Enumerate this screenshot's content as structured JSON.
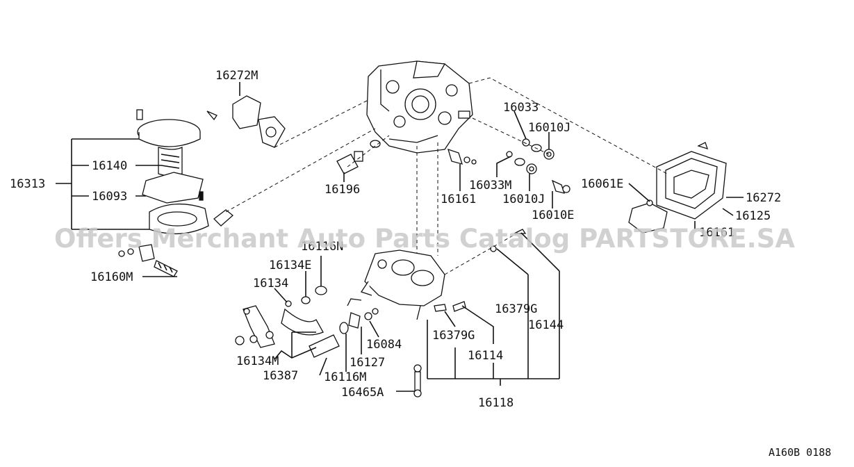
{
  "labels": {
    "p16272M": "16272M",
    "p16313": "16313",
    "p16140": "16140",
    "p16093": "16093",
    "p16160M": "16160M",
    "p16196": "16196",
    "p16161": "16161",
    "p16033": "16033",
    "p16010J_top": "16010J",
    "p16033M": "16033M",
    "p16010J_low": "16010J",
    "p16010E": "16010E",
    "p16061E": "16061E",
    "p16272": "16272",
    "p16125": "16125",
    "p16161_right": "16161",
    "p16116N": "16116N",
    "p16134E": "16134E",
    "p16134": "16134",
    "p16134M": "16134M",
    "p16387": "16387",
    "p16116M": "16116M",
    "p16127": "16127",
    "p16084": "16084",
    "p16379G_low": "16379G",
    "p16114": "16114",
    "p16379G_right": "16379G",
    "p16144": "16144",
    "p16465A": "16465A",
    "p16118": "16118"
  },
  "watermark": "Offers Merchant Auto Parts Catalog PARTSTORE.SA",
  "diagram_code": "A160B 0188"
}
